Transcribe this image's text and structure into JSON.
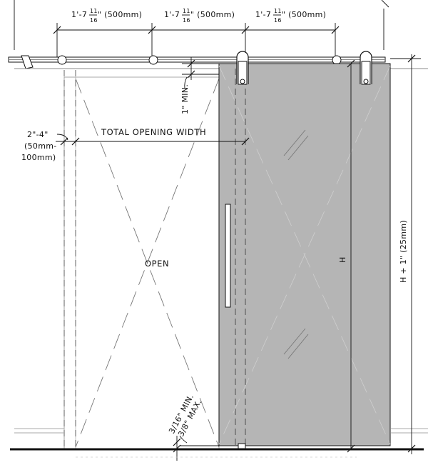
{
  "dimensions": {
    "top_1": "1'-7",
    "top_2": "1'-7",
    "top_3": "1'-7",
    "frac_num": "11",
    "frac_den": "16",
    "top_suffix": "\" (500mm)",
    "min_clear": "1\" MIN.",
    "offset_line1": "2\"-4\"",
    "offset_line2": "(50mm-",
    "offset_line3": "100mm)",
    "total_opening": "TOTAL OPENING WIDTH",
    "height": "H",
    "height_plus": "H + 1\" (25mm)",
    "floor_gap_min": "3/16\" MIN.",
    "floor_gap_max": "3/8\" MAX."
  },
  "labels": {
    "open": "OPEN"
  },
  "colors": {
    "glass": "#b5b5b5",
    "line": "#111111"
  }
}
